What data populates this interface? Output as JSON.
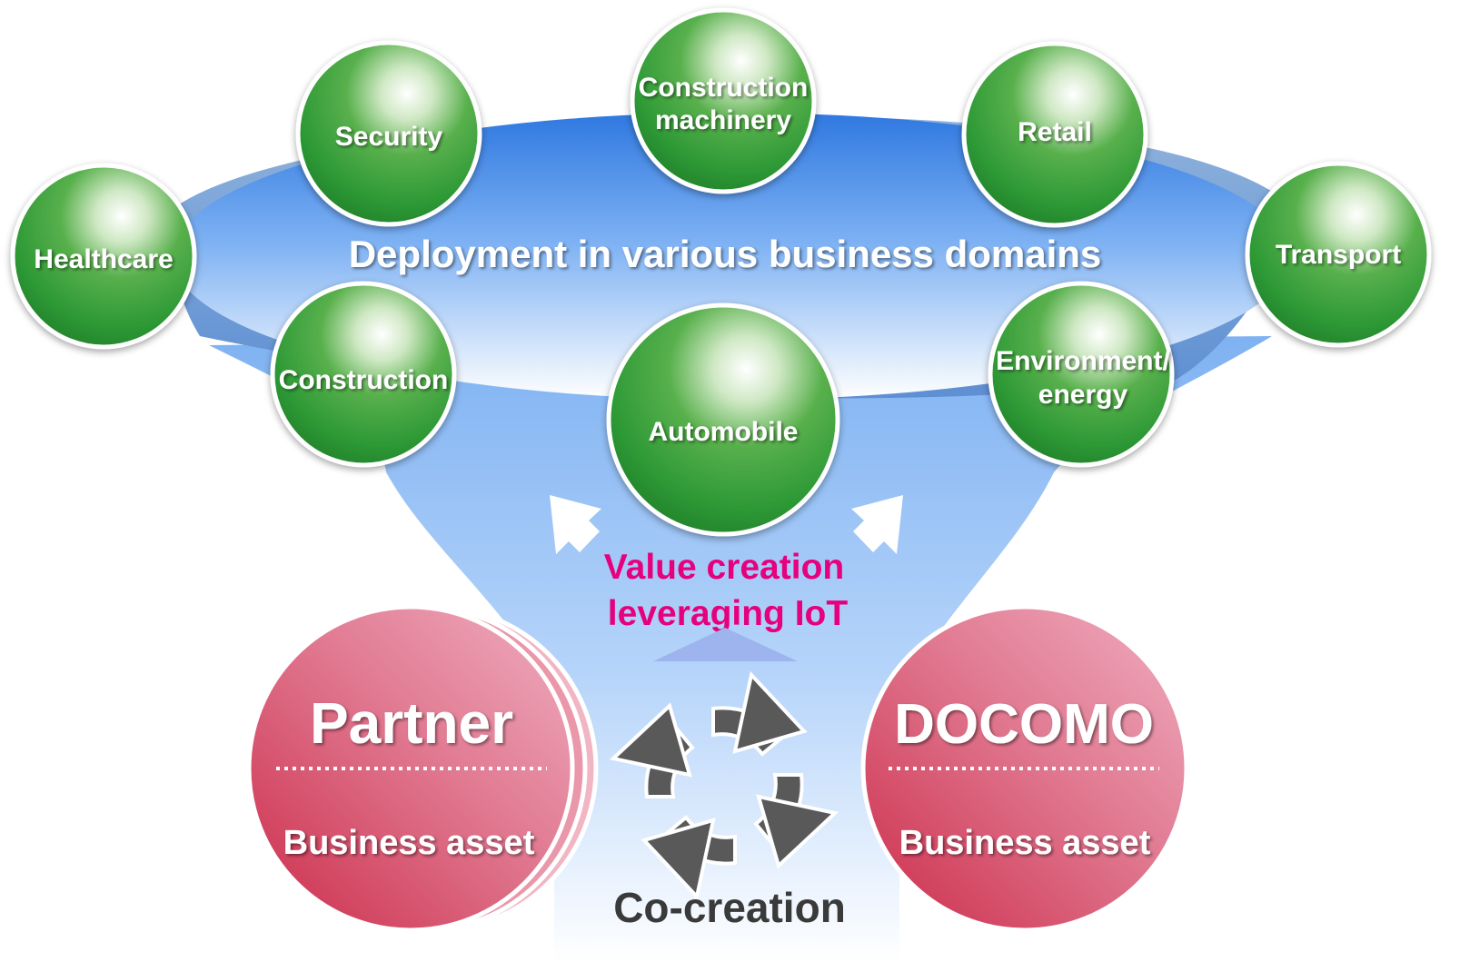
{
  "headline": "Deployment in various business domains",
  "domains": [
    {
      "id": "healthcare",
      "lines": [
        "Healthcare"
      ]
    },
    {
      "id": "security",
      "lines": [
        "Security"
      ]
    },
    {
      "id": "construction-machinery",
      "lines": [
        "Construction",
        "machinery"
      ]
    },
    {
      "id": "retail",
      "lines": [
        "Retail"
      ]
    },
    {
      "id": "transport",
      "lines": [
        "Transport"
      ]
    },
    {
      "id": "construction",
      "lines": [
        "Construction"
      ]
    },
    {
      "id": "automobile",
      "lines": [
        "Automobile"
      ]
    },
    {
      "id": "environment-energy",
      "lines": [
        "Environment/",
        "energy"
      ]
    }
  ],
  "value_creation": [
    "Value creation",
    "leveraging IoT"
  ],
  "partner": {
    "name": "Partner",
    "asset": "Business asset"
  },
  "docomo": {
    "name": "DOCOMO",
    "asset": "Business asset"
  },
  "cocreation_label": "Co-creation",
  "colors": {
    "domain_green": "#2e9a36",
    "asset_red": "#d94a68",
    "value_text": "#e6007e",
    "funnel_blue": "#3d86e8",
    "cycle_gray": "#595959"
  }
}
